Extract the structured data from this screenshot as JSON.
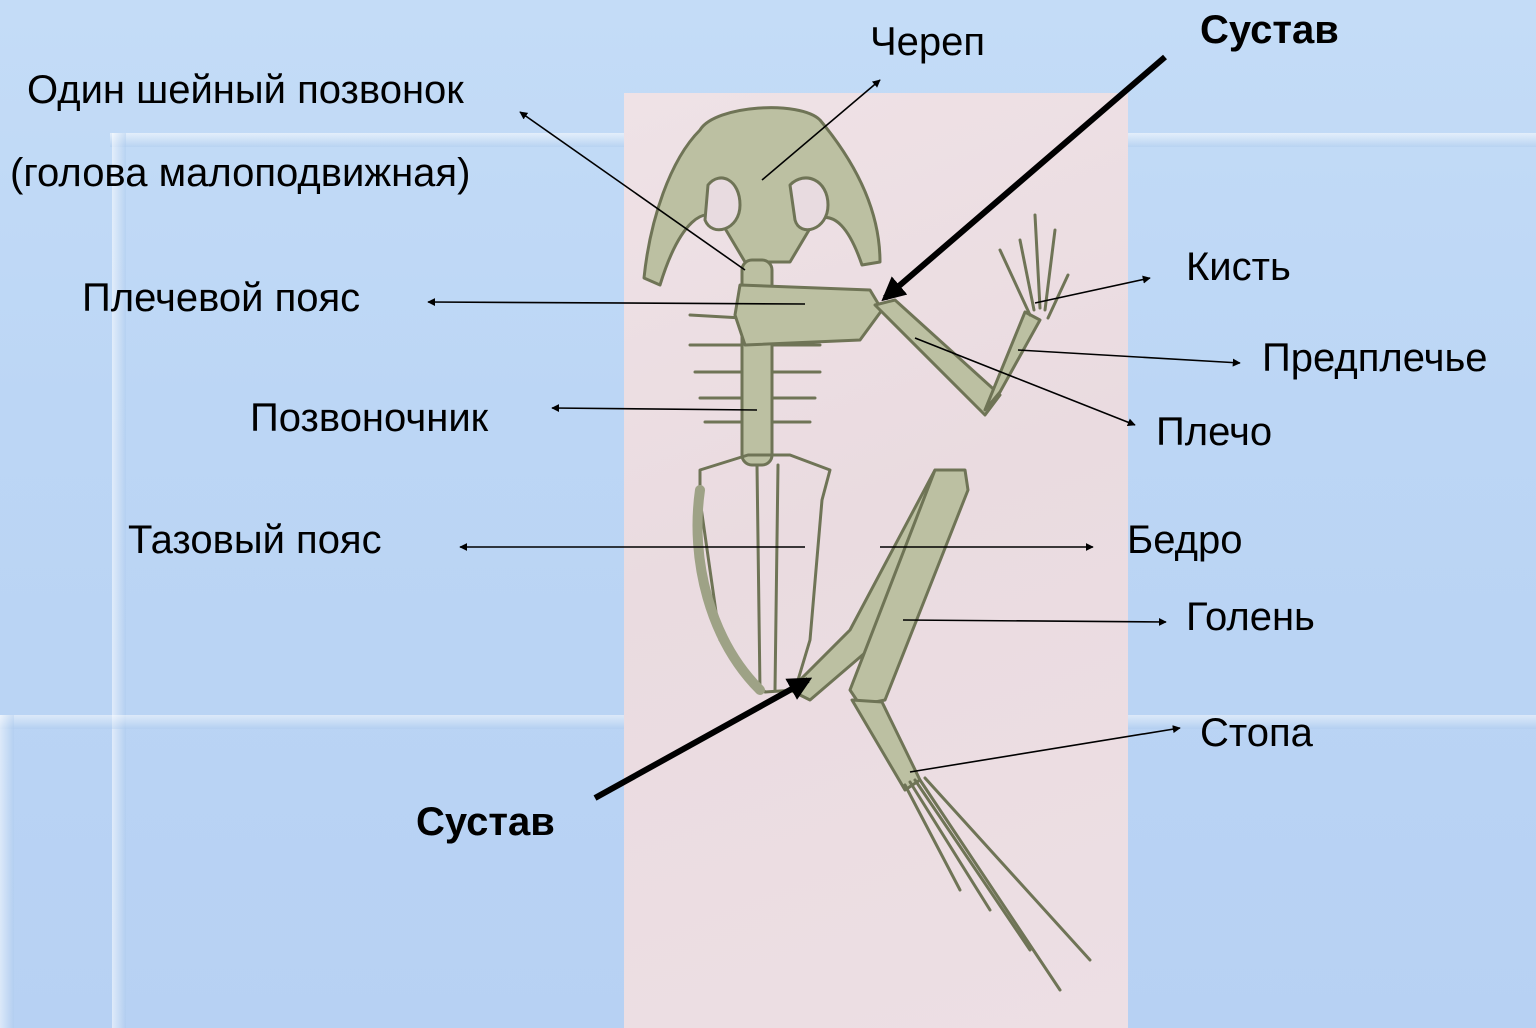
{
  "labels": {
    "skull": "Череп",
    "joint_top": "Сустав",
    "cervical_line1": "Один шейный позвонок",
    "cervical_line2": "(голова малоподвижная)",
    "shoulder_girdle": "Плечевой пояс",
    "spine": "Позвоночник",
    "pelvic_girdle": "Тазовый пояс",
    "joint_bottom": "Сустав",
    "hand": "Кисть",
    "forearm": "Предплечье",
    "upper_arm": "Плечо",
    "thigh": "Бедро",
    "shin": "Голень",
    "foot": "Стопа"
  },
  "colors": {
    "background": "#bcd6f5",
    "photo_background": "#ecdfe3",
    "bone": "#b9bd9e",
    "bone_outline": "#6f7456",
    "text": "#000000"
  }
}
